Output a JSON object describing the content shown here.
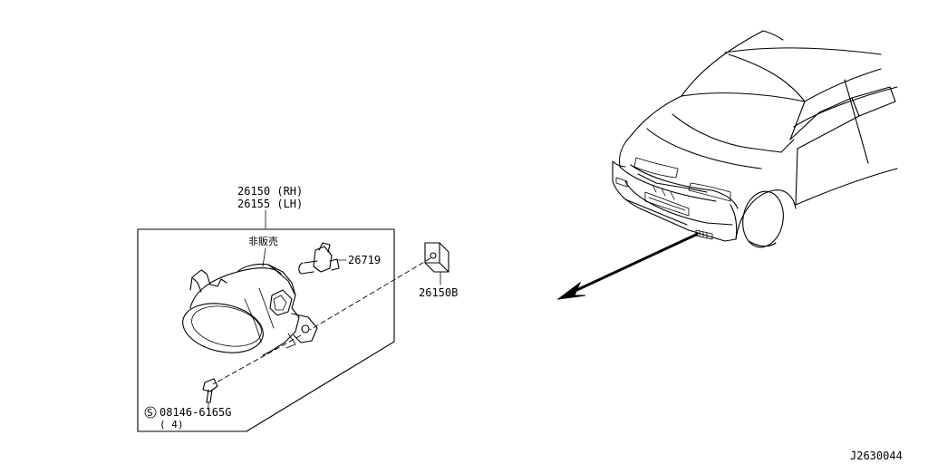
{
  "diagram": {
    "part_number_rh": "26150 (RH)",
    "part_number_lh": "26155 (LH)",
    "not_for_sale": "非販売",
    "bulb_part": "26719",
    "bracket_part": "26150B",
    "bolt_symbol": "S",
    "bolt_part": "08146-6165G",
    "bolt_qty": "( 4)",
    "drawing_id": "J2630044"
  }
}
